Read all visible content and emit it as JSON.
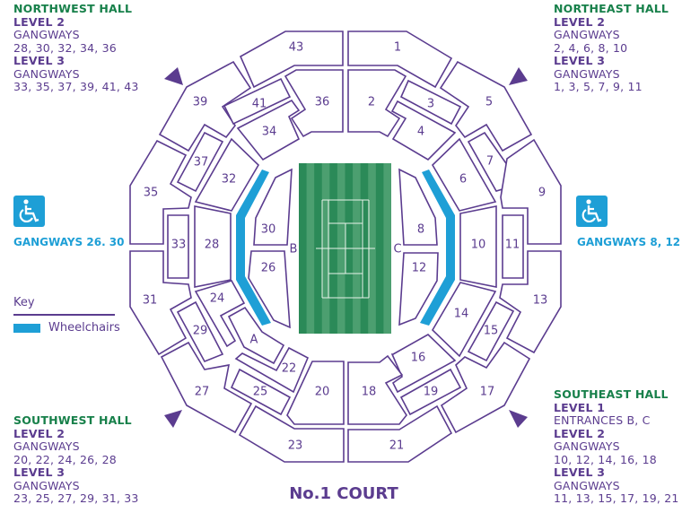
{
  "halls": {
    "northwest": {
      "title": "NORTHWEST HALL",
      "lines": [
        {
          "t": "LEVEL 2",
          "b": true
        },
        {
          "t": "GANGWAYS"
        },
        {
          "t": "28, 30, 32, 34, 36"
        },
        {
          "t": "LEVEL 3",
          "b": true
        },
        {
          "t": "GANGWAYS"
        },
        {
          "t": "33, 35, 37, 39, 41, 43"
        }
      ]
    },
    "northeast": {
      "title": "NORTHEAST HALL",
      "lines": [
        {
          "t": "LEVEL 2",
          "b": true
        },
        {
          "t": "GANGWAYS"
        },
        {
          "t": "2, 4, 6, 8, 10"
        },
        {
          "t": "LEVEL 3",
          "b": true
        },
        {
          "t": "GANGWAYS"
        },
        {
          "t": "1, 3, 5, 7, 9, 11"
        }
      ]
    },
    "southwest": {
      "title": "SOUTHWEST HALL",
      "lines": [
        {
          "t": "LEVEL 2",
          "b": true
        },
        {
          "t": "GANGWAYS"
        },
        {
          "t": "20, 22, 24, 26, 28"
        },
        {
          "t": "LEVEL 3",
          "b": true
        },
        {
          "t": "GANGWAYS"
        },
        {
          "t": "23, 25, 27, 29, 31, 33"
        }
      ]
    },
    "southeast": {
      "title": "SOUTHEAST HALL",
      "lines": [
        {
          "t": "LEVEL 1",
          "b": true
        },
        {
          "t": "ENTRANCES B, C"
        },
        {
          "t": "LEVEL 2",
          "b": true
        },
        {
          "t": "GANGWAYS"
        },
        {
          "t": "10, 12, 14, 16, 18"
        },
        {
          "t": "LEVEL 3",
          "b": true
        },
        {
          "t": "GANGWAYS"
        },
        {
          "t": "11, 13, 15, 17, 19, 21"
        }
      ]
    }
  },
  "accessibility": {
    "left_label": "GANGWAYS 26. 30",
    "right_label": "GANGWAYS 8, 12",
    "icon": "wheelchair-icon"
  },
  "key": {
    "title": "Key",
    "items": [
      {
        "label": "Wheelchairs",
        "color": "#1e9fd6"
      }
    ]
  },
  "title": "No.1 COURT",
  "sections": [
    "43",
    "1",
    "39",
    "41",
    "36",
    "2",
    "3",
    "5",
    "34",
    "4",
    "37",
    "7",
    "32",
    "6",
    "35",
    "9",
    "30",
    "8",
    "28",
    "33",
    "10",
    "11",
    "26",
    "12",
    "31",
    "13",
    "24",
    "14",
    "29",
    "15",
    "A",
    "16",
    "22",
    "27",
    "25",
    "20",
    "18",
    "19",
    "17",
    "23",
    "21"
  ],
  "entrances": [
    "B",
    "C"
  ],
  "colors": {
    "purple": "#5b3c8f",
    "green_heading": "#17804a",
    "wheelchair": "#1e9fd6",
    "court": "#2b8a58",
    "court_stripe": "#4c9f70"
  }
}
